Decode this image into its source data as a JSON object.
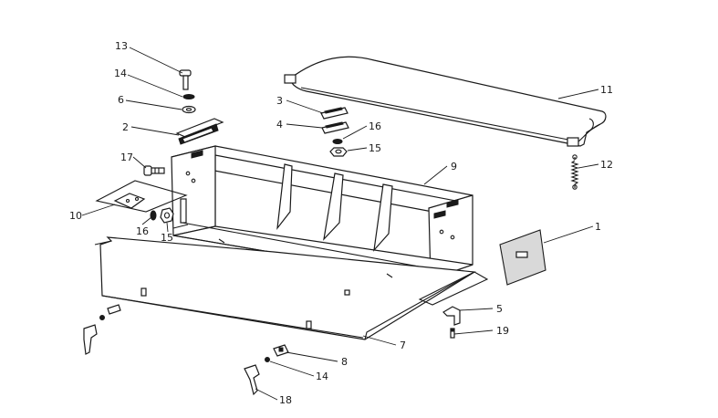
{
  "callouts": {
    "c1": "1",
    "c2": "2",
    "c3": "3",
    "c4": "4",
    "c5": "5",
    "c6": "6",
    "c7": "7",
    "c8": "8",
    "c9": "9",
    "c10": "10",
    "c11": "11",
    "c12": "12",
    "c13": "13",
    "c14a": "14",
    "c14b": "14",
    "c15a": "15",
    "c15b": "15",
    "c16a": "16",
    "c16b": "16",
    "c17": "17",
    "c18": "18",
    "c19": "19"
  }
}
